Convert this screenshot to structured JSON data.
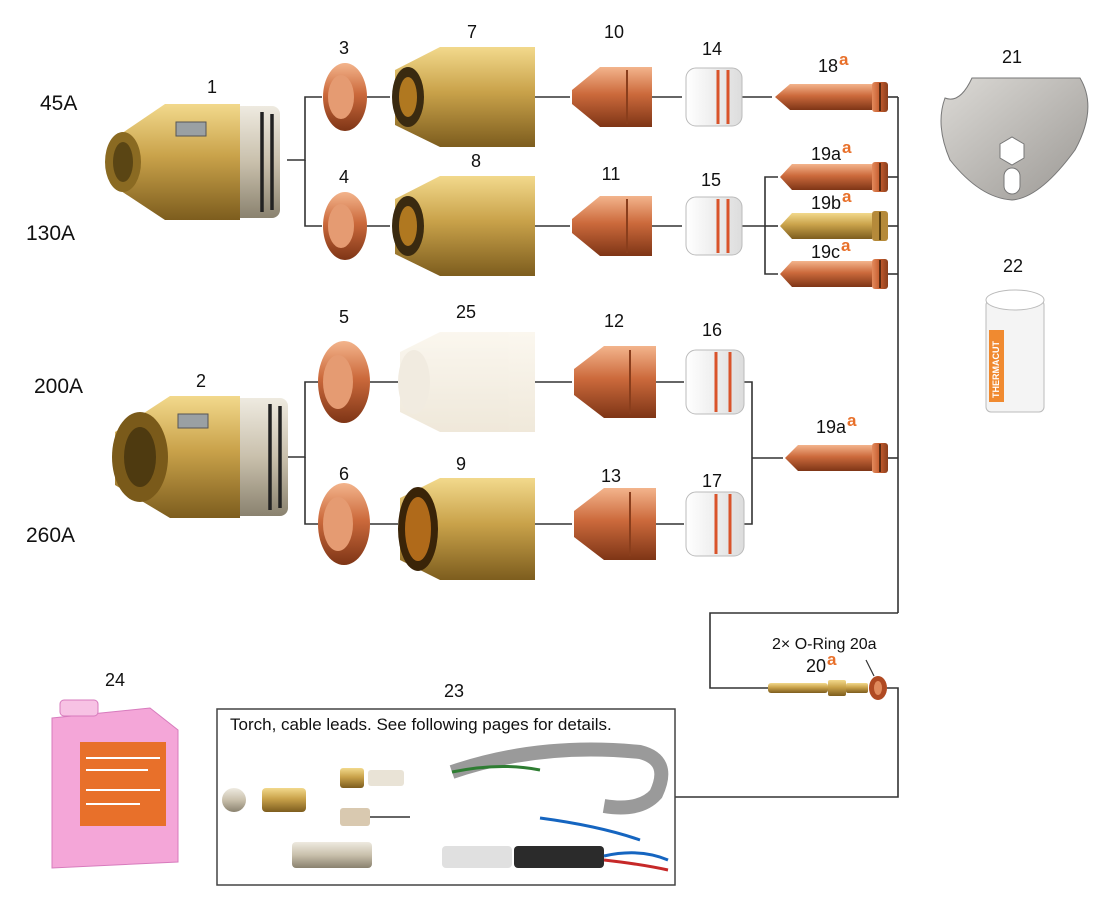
{
  "amperages": [
    "45A",
    "130A",
    "200A",
    "260A"
  ],
  "numbers": {
    "n1": "1",
    "n2": "2",
    "n3": "3",
    "n4": "4",
    "n5": "5",
    "n6": "6",
    "n7": "7",
    "n8": "8",
    "n9": "9",
    "n10": "10",
    "n11": "11",
    "n12": "12",
    "n13": "13",
    "n14": "14",
    "n15": "15",
    "n16": "16",
    "n17": "17",
    "n18": "18",
    "n19a_top": "19a",
    "n19b": "19b",
    "n19c": "19c",
    "n19a_low": "19a",
    "n20": "20",
    "n21": "21",
    "n22": "22",
    "n23": "23",
    "n24": "24",
    "n25": "25"
  },
  "superscript": "a",
  "oring_label": "2× O-Ring 20a",
  "torch_caption": "Torch, cable leads. See following pages for details.",
  "bottle_label": "THERMACUT",
  "colors": {
    "brass": "#c9a24a",
    "copper": "#c8663a",
    "accent": "#e8702a",
    "line": "#333333",
    "coolant": "#f4a6d8"
  }
}
